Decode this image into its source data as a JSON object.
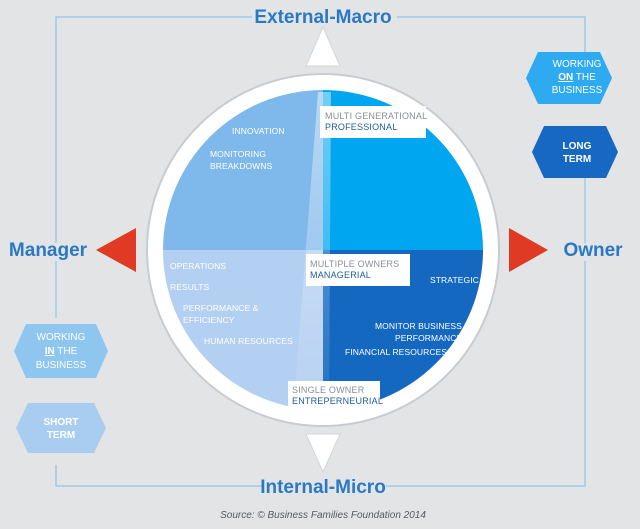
{
  "axes": {
    "top": "External-Macro",
    "bottom": "Internal-Micro",
    "left": "Manager",
    "right": "Owner"
  },
  "quadrants": {
    "top_left": {
      "items": [
        "INNOVATION",
        "MONITORING",
        "BREAKDOWNS"
      ]
    },
    "bottom_left": {
      "items": [
        "OPERATIONS",
        "RESULTS",
        "PERFORMANCE &",
        "EFFICIENCY",
        "HUMAN RESOURCES"
      ]
    },
    "bottom_right": {
      "items": [
        "STRATEGIC",
        "MONITOR BUSINESS",
        "PERFORMANCE",
        "FINANCIAL RESOURCES"
      ]
    }
  },
  "ownership_boxes": {
    "multi_generational": {
      "title": "MULTI GENERATIONAL",
      "subtitle": "PROFESSIONAL"
    },
    "multiple_owners": {
      "title": "MULTIPLE OWNERS",
      "subtitle": "MANAGERIAL"
    },
    "single_owner": {
      "title": "SINGLE OWNER",
      "subtitle": "ENTREPERNEURIAL"
    }
  },
  "hexagons": {
    "working_on": {
      "line1": "WORKING",
      "line2_em": "ON",
      "line2_rest": " THE",
      "line3": "BUSINESS"
    },
    "long_term": {
      "line1": "LONG",
      "line2": "TERM"
    },
    "working_in": {
      "line1": "WORKING",
      "line2_em": "IN",
      "line2_rest": " THE",
      "line3": "BUSINESS"
    },
    "short_term": {
      "line1": "SHORT",
      "line2": "TERM"
    }
  },
  "source": "Source: © Business Families Foundation 2014",
  "colors": {
    "background": "#e3e4e6",
    "axis_text": "#2a79c4",
    "top_left": "#7fb8ea",
    "top_right": "#00a6ef",
    "bottom_left": "#b3cff1",
    "bottom_right": "#1468c0",
    "arrow_red": "#e03a24",
    "hex_light": "#2eaaf0",
    "hex_dark": "#1668c2",
    "hex_pale": "#8ec6ef",
    "hex_paler": "#a9cdf0"
  }
}
